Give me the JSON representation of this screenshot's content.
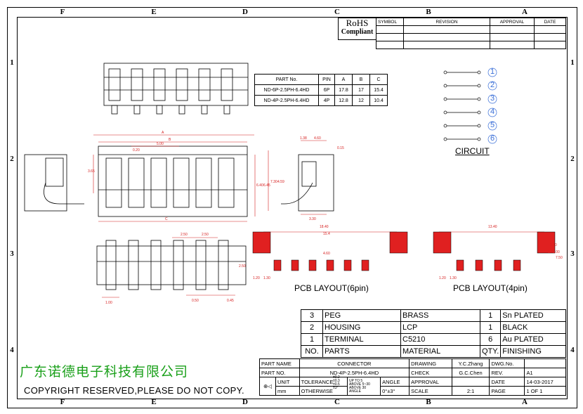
{
  "zones": {
    "top": [
      "F",
      "E",
      "D",
      "C",
      "B",
      "A"
    ],
    "bottom": [
      "F",
      "E",
      "D",
      "C",
      "B",
      "A"
    ],
    "side": [
      "1",
      "2",
      "3",
      "4"
    ]
  },
  "rohs": {
    "line1": "RoHS",
    "line2": "Compliant"
  },
  "revision_table": {
    "headers": [
      "SYMBOL",
      "REVISION",
      "APPROVAL",
      "DATE"
    ]
  },
  "part_table": {
    "headers": [
      "PART No.",
      "PIN",
      "A",
      "B",
      "C"
    ],
    "rows": [
      [
        "ND-6P-2.5PH-6.4HD",
        "6P",
        "17.8",
        "17",
        "15.4"
      ],
      [
        "ND-4P-2.5PH-6.4HD",
        "4P",
        "12.8",
        "12",
        "10.4"
      ]
    ]
  },
  "circuit": {
    "label": "CIRCUIT",
    "pins": [
      "1",
      "2",
      "3",
      "4",
      "5",
      "6"
    ]
  },
  "dims": {
    "d_500": "5.00",
    "d_020": "0.20",
    "d_365": "3.65",
    "d_640": "6.40",
    "d_645": "6.45",
    "d_250a": "2.50",
    "d_250b": "2.50",
    "d_250c": "2.50",
    "d_100": "1.00",
    "d_050": "0.50",
    "d_045": "0.45",
    "d_138": "1.38",
    "d_460": "4.60",
    "d_015": "0.15",
    "d_730": "7.30",
    "d_459": "4.59",
    "d_330": "3.30",
    "d_1840": "18.40",
    "d_154": "15.4",
    "d_460b": "4.60",
    "d_120a": "1.20",
    "d_130a": "1.30",
    "d_1340": "13.40",
    "d_330b": "3.30",
    "d_170": "1.70",
    "d_200": "2.00",
    "d_750": "7.50",
    "d_120b": "1.20",
    "d_130b": "1.30",
    "letter_a": "A",
    "letter_b": "B",
    "letter_c": "C"
  },
  "layout_labels": {
    "six": "PCB  LAYOUT(6pin)",
    "four": "PCB  LAYOUT(4pin)"
  },
  "parts_list": {
    "rows": [
      {
        "no": "3",
        "part": "PEG",
        "material": "BRASS",
        "qty": "1",
        "finishing": "Sn  PLATED"
      },
      {
        "no": "2",
        "part": "HOUSING",
        "material": "LCP",
        "qty": "1",
        "finishing": "BLACK"
      },
      {
        "no": "1",
        "part": "TERMINAL",
        "material": "C5210",
        "qty": "6",
        "finishing": "Au  PLATED"
      }
    ],
    "header": {
      "no": "NO.",
      "part": "PARTS",
      "material": "MATERIAL",
      "qty": "QTY.",
      "finishing": "FINISHING"
    }
  },
  "title_block": {
    "part_name_label": "PART NAME",
    "part_name": "CONNECTOR",
    "part_no_label": "PART NO.",
    "part_no": "ND-4P-2.5PH-6.4HD",
    "drawing_label": "DRAWING",
    "drawing": "Y.C.Zhang",
    "check_label": "CHECK",
    "check": "G.C.Chen",
    "approval_label": "APPROVAL",
    "approval": "",
    "scale_label": "SCALE",
    "scale": "2:1",
    "dwg_label": "DWG.No.",
    "dwg": "",
    "rev_label": "REV.",
    "rev": "A1",
    "date_label": "DATE",
    "date": "14-03-2017",
    "page_label": "PAGE",
    "page": "1 OF 1",
    "unit_label": "UNIT",
    "unit": "mm",
    "tolerance_label": "TOLERANCE",
    "otherwise_label": "OTHERWISE",
    "tol_rows": [
      "UP TO 5",
      "ABOVE 5~30",
      "ABOVE 30",
      "ANGLE"
    ],
    "tol_vals": [
      "±0.2",
      "±0.3",
      "±0.5",
      "±3°"
    ],
    "angle_label": "ANGLE",
    "angle": "0°±3°"
  },
  "company": "广东诺德电子科技有限公司",
  "copyright": "COPYRIGHT RESERVED,PLEASE DO NOT COPY.",
  "colors": {
    "pad_red": "#e02020",
    "dim_red": "#d62020",
    "circuit_blue": "#3a6fd8",
    "company_green": "#1aa01a"
  }
}
